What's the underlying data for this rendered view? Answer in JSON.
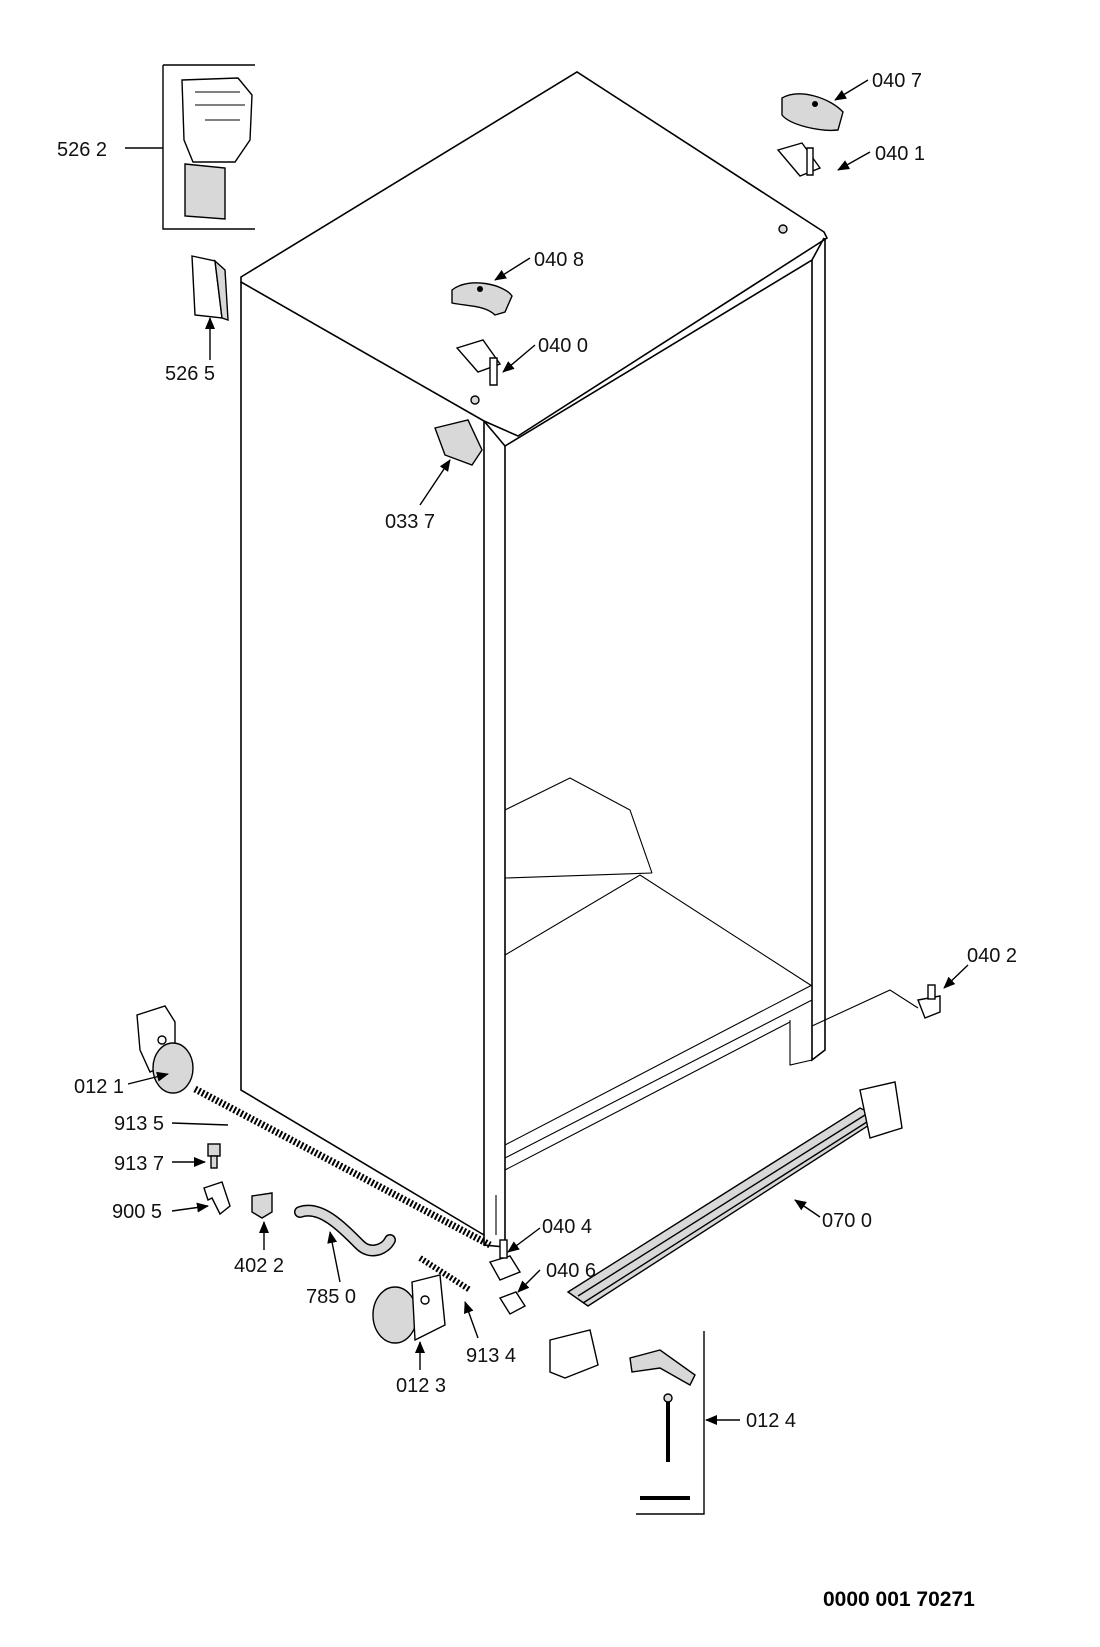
{
  "document_number": "0000 001 70271",
  "labels": {
    "p5262": "526 2",
    "p5265": "526 5",
    "p0407": "040 7",
    "p0401": "040 1",
    "p0408": "040 8",
    "p0400": "040 0",
    "p0337": "033 7",
    "p0402": "040 2",
    "p0121": "012 1",
    "p9135": "913 5",
    "p9137": "913 7",
    "p9005": "900 5",
    "p4022": "402 2",
    "p7850": "785 0",
    "p0123": "012 3",
    "p9134": "913 4",
    "p0404": "040 4",
    "p0406": "040 6",
    "p0700": "070 0",
    "p0124": "012 4"
  }
}
